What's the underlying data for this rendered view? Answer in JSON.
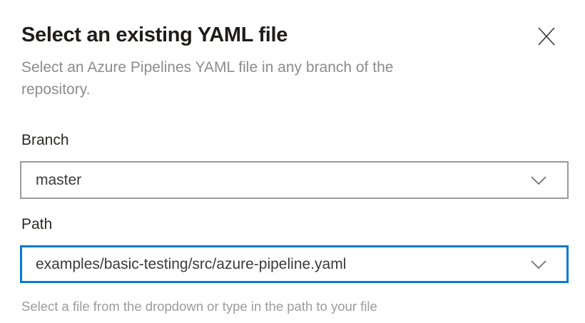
{
  "dialog": {
    "title": "Select an existing YAML file",
    "subtitle": "Select an Azure Pipelines YAML file in any branch of the repository."
  },
  "fields": {
    "branch": {
      "label": "Branch",
      "value": "master"
    },
    "path": {
      "label": "Path",
      "value": "examples/basic-testing/src/azure-pipeline.yaml",
      "helper": "Select a file from the dropdown or type in the path to your file"
    }
  },
  "icons": {
    "close": "close-icon",
    "chevron_down": "chevron-down-icon"
  },
  "colors": {
    "accent_focus_border": "#0b79d4",
    "default_border": "#9b9b9b",
    "title_text": "#1f1d1b",
    "muted_text": "#8c8c8c",
    "value_text": "#3b3a39"
  }
}
